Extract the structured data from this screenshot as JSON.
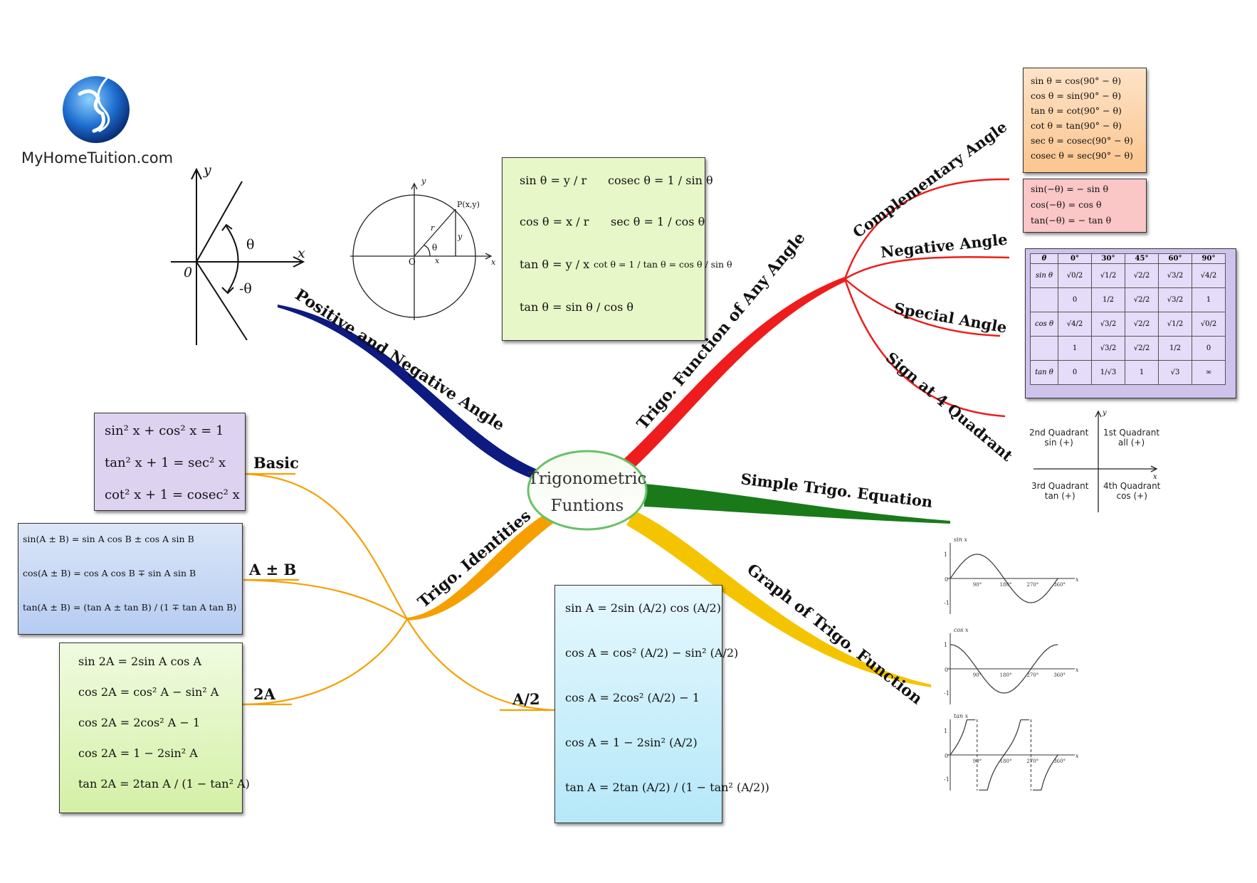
{
  "logo": {
    "text": "MyHomeTuition.com",
    "icon": "globe-icon"
  },
  "center": {
    "line1": "Trigonometric",
    "line2": "Funtions"
  },
  "branches": {
    "positive_negative": "Positive and Negative Angle",
    "any_angle": "Trigo. Function of Any Angle",
    "simple_equation": "Simple Trigo. Equation",
    "graph": "Graph of Trigo. Function",
    "identities": "Trigo. Identities"
  },
  "sub_branches": {
    "complementary": "Complementary Angle",
    "negative": "Negative Angle",
    "special": "Special Angle",
    "sign": "Sign at 4 Quadrant",
    "basic": "Basic",
    "a_pm_b": "A ± B",
    "two_a": "2A",
    "a_half": "A/2"
  },
  "axes_diagram": {
    "y": "y",
    "x": "x",
    "origin": "0",
    "theta": "θ",
    "neg_theta": "-θ"
  },
  "unit_circle": {
    "y": "y",
    "x": "x",
    "origin": "O",
    "point": "P(x,y)",
    "r": "r",
    "theta": "θ",
    "xs": "x",
    "ys": "y"
  },
  "ratios": {
    "sin": "sin θ = y / r",
    "cosec": "cosec θ = 1 / sin θ",
    "cos": "cos θ = x / r",
    "sec": "sec θ = 1 / cos θ",
    "tan": "tan θ = y / x",
    "cot": "cot θ = 1 / tan θ = cos θ / sin θ",
    "tan2": "tan θ = sin θ / cos θ"
  },
  "complementary": [
    "sin θ = cos(90° − θ)",
    "cos θ = sin(90° − θ)",
    "tan θ = cot(90° − θ)",
    "cot θ = tan(90° − θ)",
    "sec θ = cosec(90° − θ)",
    "cosec θ = sec(90° − θ)"
  ],
  "negative": [
    "sin(−θ) = − sin θ",
    "cos(−θ) = cos θ",
    "tan(−θ) = − tan θ"
  ],
  "special_table": {
    "headers": [
      "θ",
      "0°",
      "30°",
      "45°",
      "60°",
      "90°"
    ],
    "rows": [
      [
        "sin θ",
        "√0/2",
        "√1/2",
        "√2/2",
        "√3/2",
        "√4/2"
      ],
      [
        "",
        "0",
        "1/2",
        "√2/2",
        "√3/2",
        "1"
      ],
      [
        "cos θ",
        "√4/2",
        "√3/2",
        "√2/2",
        "√1/2",
        "√0/2"
      ],
      [
        "",
        "1",
        "√3/2",
        "√2/2",
        "1/2",
        "0"
      ],
      [
        "tan θ",
        "0",
        "1/√3",
        "1",
        "√3",
        "∞"
      ]
    ]
  },
  "quadrants": {
    "y": "y",
    "x": "x",
    "q2": {
      "name": "2nd Quadrant",
      "sign": "sin (+)"
    },
    "q1": {
      "name": "1st Quadrant",
      "sign": "all (+)"
    },
    "q3": {
      "name": "3rd Quadrant",
      "sign": "tan  (+)"
    },
    "q4": {
      "name": "4th Quadrant",
      "sign": "cos (+)"
    }
  },
  "graphs": [
    {
      "label": "sin x",
      "ticks": [
        "90°",
        "180°",
        "270°",
        "360°"
      ],
      "x": "x",
      "yticks": [
        "1",
        "-1"
      ],
      "origin": "0"
    },
    {
      "label": "cos x",
      "ticks": [
        "90°",
        "180°",
        "270°",
        "360°"
      ],
      "x": "x",
      "yticks": [
        "1",
        "-1"
      ],
      "origin": "0"
    },
    {
      "label": "tan x",
      "ticks": [
        "90°",
        "180°",
        "270°",
        "360°"
      ],
      "x": "x",
      "yticks": [
        "1",
        "-1"
      ],
      "origin": "0"
    }
  ],
  "basic": [
    "sin² x + cos² x = 1",
    "tan² x + 1 = sec² x",
    "cot² x + 1 = cosec² x"
  ],
  "a_pm_b": [
    "sin(A ± B) = sin A cos B ± cos A sin B",
    "cos(A ± B) = cos A cos B ∓ sin A sin B",
    "tan(A ± B) = (tan A ± tan B) / (1 ∓ tan A tan B)"
  ],
  "two_a": [
    "sin 2A = 2sin A cos A",
    "cos 2A = cos² A − sin² A",
    "cos 2A = 2cos² A − 1",
    "cos 2A = 1 − 2sin² A",
    "tan 2A = 2tan A / (1 − tan² A)"
  ],
  "a_half": [
    "sin A = 2sin (A/2) cos (A/2)",
    "cos A = cos² (A/2) − sin² (A/2)",
    "cos A = 2cos² (A/2) − 1",
    "cos A = 1 − 2sin² (A/2)",
    "tan A = 2tan (A/2) / (1 − tan² (A/2))"
  ],
  "colors": {
    "blue": "#0d1a80",
    "red": "#ee1c1c",
    "green": "#1a7a1a",
    "yellow": "#f5c400",
    "orange": "#f5a000",
    "green_box": "#e8f7c8",
    "orange_box": "#fcd3a6",
    "pink_box": "#fac6c6",
    "purple_box": "#ddd3f1",
    "blue_box": "#c6d8f5",
    "cyan_box": "#c9eefa"
  }
}
